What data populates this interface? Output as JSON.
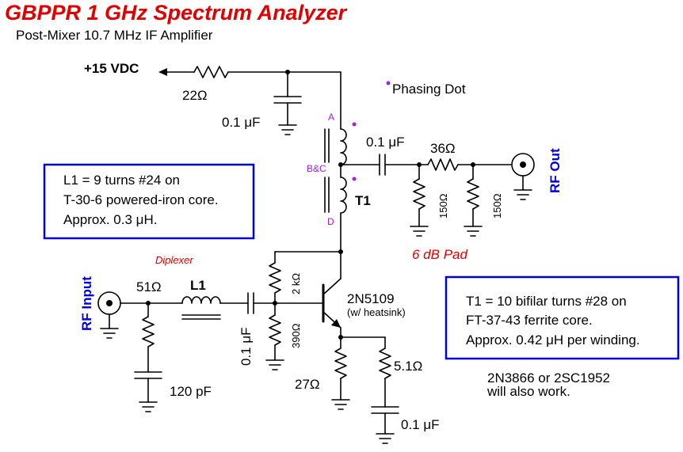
{
  "header": {
    "title": "GBPPR 1 GHz Spectrum Analyzer",
    "subtitle": "Post-Mixer 10.7 MHz IF Amplifier"
  },
  "labels": {
    "supply": "+15 VDC",
    "r_supply": "22Ω",
    "c_supply": "0.1 μF",
    "phasing_dot": "Phasing Dot",
    "tap_a": "A",
    "tap_bc": "B&C",
    "tap_d": "D",
    "t1": "T1",
    "c_out": "0.1 μF",
    "r_series_pad": "36Ω",
    "r_pad1": "150Ω",
    "r_pad2": "150Ω",
    "rf_out": "RF Out",
    "pad_label": "6 dB Pad",
    "diplexer": "Diplexer",
    "rf_input": "RF Input",
    "r_in": "51Ω",
    "l1": "L1",
    "c_coupling": "0.1 μF",
    "r_bias_top": "2 kΩ",
    "r_bias_bot": "390Ω",
    "c_dip": "120 pF",
    "transistor": "2N5109",
    "heatsink": "(w/ heatsink)",
    "r_emitter": "27Ω",
    "r_emitter2": "5.1Ω",
    "c_emitter": "0.1 μF",
    "alt_note": [
      "2N3866 or 2SC1952",
      "will also work."
    ]
  },
  "notes": {
    "l1_box": [
      "L1 = 9 turns #24 on",
      "T-30-6 powered-iron core.",
      "Approx. 0.3 μH."
    ],
    "t1_box": [
      "T1 = 10 bifilar turns #28 on",
      "FT-37-43 ferrite core.",
      "Approx. 0.42 μH per winding."
    ]
  },
  "colors": {
    "title": "#e00000",
    "box_border": "#0000dd",
    "phasing_dot": "#a020f0",
    "rf_label": "#0000dd"
  }
}
